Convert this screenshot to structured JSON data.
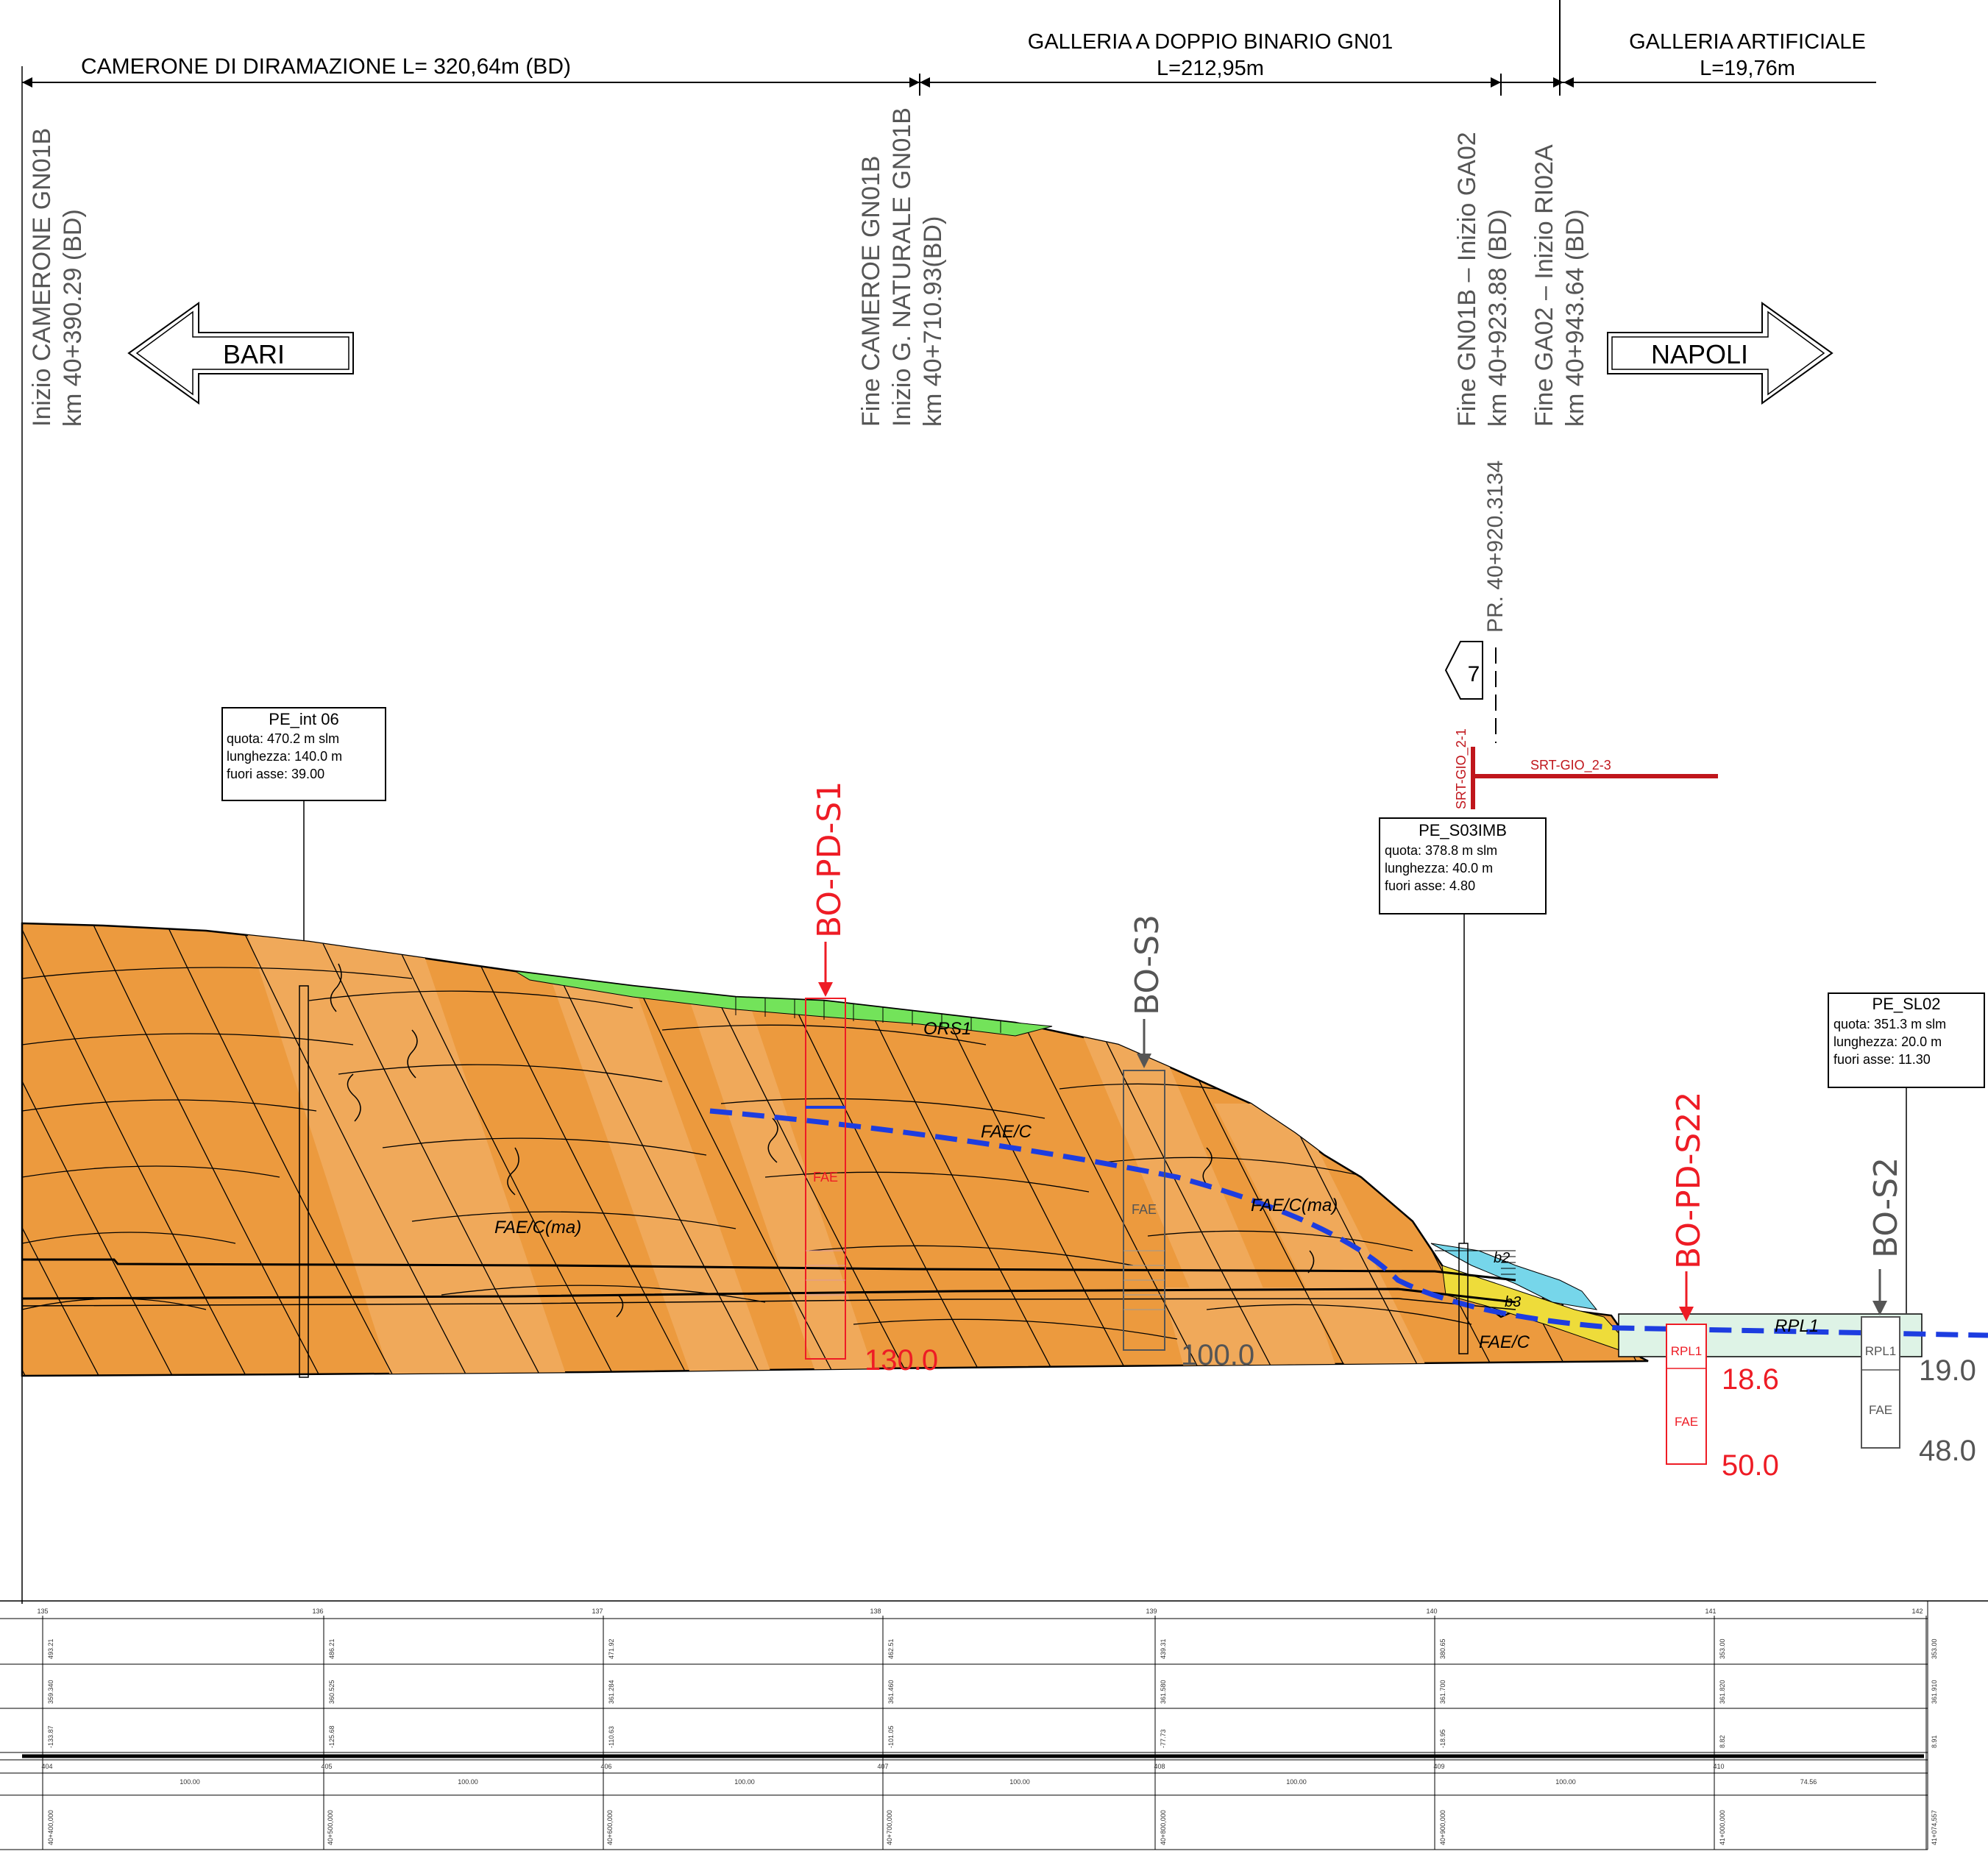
{
  "sections": [
    {
      "title": "CAMERONE DI DIRAMAZIONE L= 320,64m (BD)",
      "length": ""
    },
    {
      "title": "GALLERIA A DOPPIO BINARIO GN01",
      "length": "L=212,95m"
    },
    {
      "title": "GALLERIA ARTIFICIALE",
      "length": "L=19,76m"
    }
  ],
  "chainages": [
    {
      "l1": "Inizio  CAMERONE  GN01B",
      "l2": "km  40+390.29  (BD)",
      "l3": ""
    },
    {
      "l1": "Fine  CAMEROE  GN01B",
      "l2": "Inizio  G.  NATURALE  GN01B",
      "l3": "km  40+710.93(BD)"
    },
    {
      "l1": "Fine  GN01B  –  Inizio  GA02",
      "l2": "km  40+923.88  (BD)",
      "l3": ""
    },
    {
      "l1": "Fine  GA02  –  Inizio  RI02A",
      "l2": "km  40+943.64  (BD)",
      "l3": ""
    },
    {
      "l1": "PR.  40+920.3134",
      "l2": "",
      "l3": ""
    }
  ],
  "directions": {
    "left": "BARI",
    "right": "NAPOLI"
  },
  "section_marker": {
    "number": "7",
    "srt_vertical": "SRT-GIO_2-1",
    "srt_horizontal": "SRT-GIO_2-3"
  },
  "info_boxes": [
    {
      "name": "PE_int 06",
      "l1": "quota:   470.2  m slm",
      "l2": "lunghezza:  140.0 m",
      "l3": "fuori asse:   39.00"
    },
    {
      "name": "PE_S03IMB",
      "l1": "quota:   378.8  m slm",
      "l2": "lunghezza:   40.0  m",
      "l3": "fuori asse:    4.80"
    },
    {
      "name": "PE_SL02",
      "l1": "quota:   351.3  m slm",
      "l2": "lunghezza:   20.0  m",
      "l3": "fuori asse:   11.30"
    }
  ],
  "boreholes": [
    {
      "name": "BO-PD-S1",
      "layer": "FAE",
      "depth": "130.0",
      "color": "#ee1c25"
    },
    {
      "name": "BO-S3",
      "layer": "FAE",
      "depth": "100.0",
      "color": "#555555"
    },
    {
      "name": "BO-PD-S22",
      "layer_top": "RPL1",
      "layer": "FAE",
      "depth_top": "18.6",
      "depth": "50.0",
      "color": "#ee1c25"
    },
    {
      "name": "BO-S2",
      "layer_top": "RPL1",
      "layer": "FAE",
      "depth_top": "19.0",
      "depth": "48.0",
      "color": "#555555"
    }
  ],
  "units": {
    "fae_c_ma_left": "FAE/C(ma)",
    "fae_c_ma_right": "FAE/C(ma)",
    "fae_c": "FAE/C",
    "fae_c_low": "FAE/C",
    "ors1": "ORS1",
    "rpl1": "RPL1",
    "b2": "b2",
    "b3": "b3"
  },
  "colors": {
    "fae_dark": "#ec9a3e",
    "fae_light": "#f0a95a",
    "ors": "#73e35a",
    "rpl": "#def3e6",
    "cyan": "#76d6ea",
    "yellow": "#eedc3a",
    "water_table": "#1d3de0",
    "red": "#ee1c25",
    "srt": "#c0161c"
  },
  "table": {
    "stations": [
      "135",
      "136",
      "137",
      "138",
      "139",
      "140",
      "141",
      "142"
    ],
    "row1": [
      "493.21",
      "486.21",
      "471.92",
      "462.51",
      "439.31",
      "380.65",
      "353.00",
      "353.00"
    ],
    "row2": [
      "359.340",
      "360.525",
      "361.284",
      "361.460",
      "361.580",
      "361.700",
      "361.820",
      "361.910"
    ],
    "row3": [
      "-133.87",
      "-125.68",
      "-110.63",
      "-101.05",
      "-77.73",
      "-18.95",
      "8.82",
      "8.91"
    ],
    "row4": [
      "404",
      "405",
      "406",
      "407",
      "408",
      "409",
      "410"
    ],
    "row5": [
      "100.00",
      "100.00",
      "100.00",
      "100.00",
      "100.00",
      "100.00",
      "74.56"
    ],
    "row6": [
      "40+400,000",
      "40+500,000",
      "40+600,000",
      "40+700,000",
      "40+800,000",
      "40+900,000",
      "41+000,000",
      "41+074,557"
    ]
  }
}
